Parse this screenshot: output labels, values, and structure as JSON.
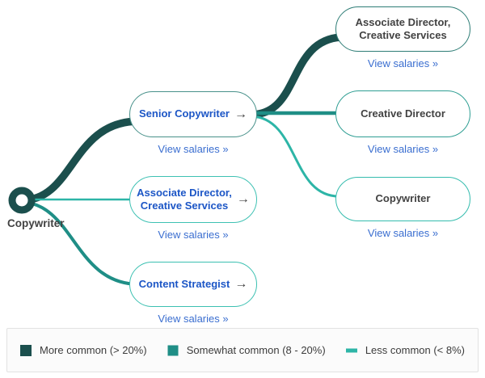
{
  "colors": {
    "more_common": "#1b4f4d",
    "somewhat_common": "#1f8e86",
    "less_common": "#2db5a7",
    "title_blue": "#1c56c6",
    "dark_text": "#424242",
    "link_blue": "#3a6ed0"
  },
  "root": {
    "label": "Copywriter"
  },
  "arrow_icon": "→",
  "nodes": [
    {
      "id": "senior-copywriter",
      "title": "Senior Copywriter",
      "link": "View salaries »",
      "border": "#48918a"
    },
    {
      "id": "associate-director-mid",
      "title_line1": "Associate Director,",
      "title_line2": "Creative Services",
      "link": "View salaries »",
      "border": "#3ec1b3"
    },
    {
      "id": "content-strategist",
      "title": "Content Strategist",
      "link": "View salaries »",
      "border": "#3bc0b1"
    },
    {
      "id": "associate-director-top",
      "title_line1": "Associate Director,",
      "title_line2": "Creative Services",
      "link": "View salaries »",
      "border": "#2e7d76"
    },
    {
      "id": "creative-director",
      "title": "Creative Director",
      "link": "View salaries »",
      "border": "#2f9e93"
    },
    {
      "id": "copywriter-target",
      "title": "Copywriter",
      "link": "View salaries »",
      "border": "#35bcae"
    }
  ],
  "edges": [
    {
      "from": "Copywriter",
      "to": "Senior Copywriter",
      "frequency": "More common (> 20%)"
    },
    {
      "from": "Copywriter",
      "to": "Associate Director, Creative Services",
      "frequency": "Less common (< 8%)"
    },
    {
      "from": "Copywriter",
      "to": "Content Strategist",
      "frequency": "Somewhat common (8 - 20%)"
    },
    {
      "from": "Senior Copywriter",
      "to": "Associate Director, Creative Services",
      "frequency": "More common (> 20%)"
    },
    {
      "from": "Senior Copywriter",
      "to": "Creative Director",
      "frequency": "Somewhat common (8 - 20%)"
    },
    {
      "from": "Senior Copywriter",
      "to": "Copywriter",
      "frequency": "Less common (< 8%)"
    }
  ],
  "legend": {
    "items": [
      {
        "label": "More common (> 20%)"
      },
      {
        "label": "Somewhat common (8 - 20%)"
      },
      {
        "label": "Less common (< 8%)"
      }
    ]
  }
}
